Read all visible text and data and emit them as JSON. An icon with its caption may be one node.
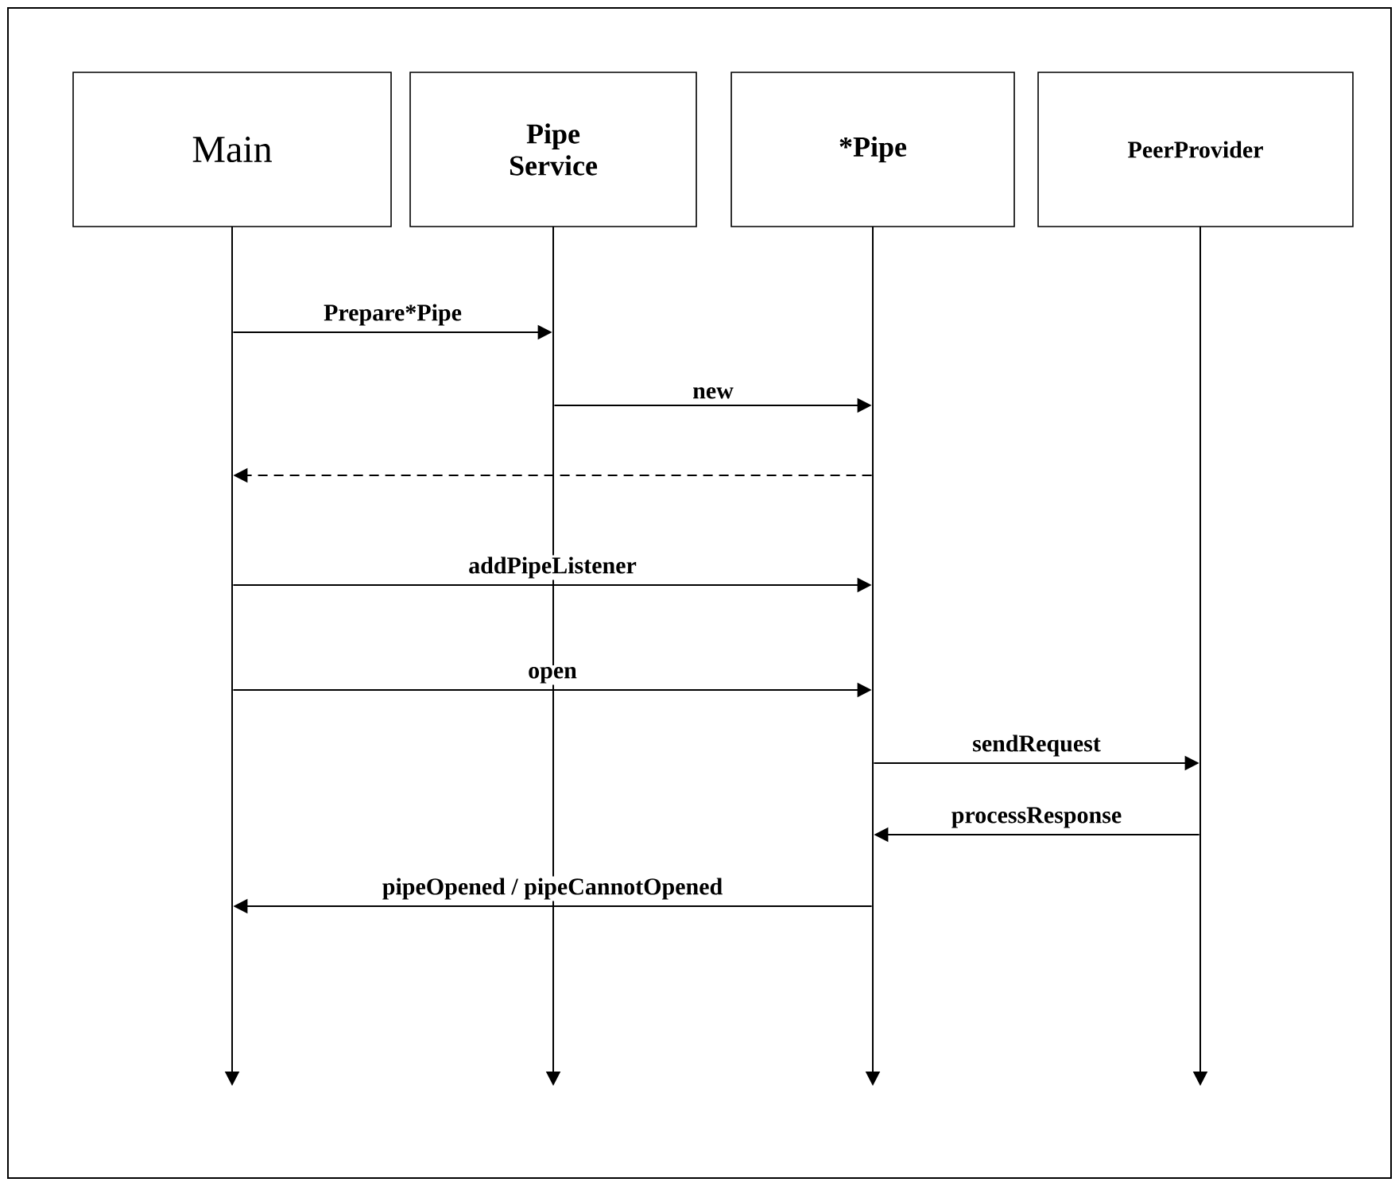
{
  "diagram": {
    "nodes": [
      {
        "text": [
          "Main"
        ]
      },
      {
        "text": [
          "Pipe Service"
        ]
      },
      {
        "text": [
          "*Pipe"
        ]
      },
      {
        "text": [
          "PeerProvider"
        ]
      },
      {
        "text": [],
        "shape": "line"
      },
      {
        "text": [],
        "shape": "line"
      },
      {
        "text": [],
        "shape": "line"
      },
      {
        "text": [],
        "shape": "line"
      }
    ],
    "edges": [
      {
        "from": 4,
        "to": 5,
        "arrow": "to",
        "label": "Prepare*Pipe"
      },
      {
        "from": 5,
        "to": 6,
        "arrow": "to",
        "label": "new"
      },
      {
        "from": 6,
        "to": 4,
        "arrow": "to",
        "style": "dashed"
      },
      {
        "from": 4,
        "to": 6,
        "arrow": "to",
        "label": "addPipeListener"
      },
      {
        "from": 4,
        "to": 6,
        "arrow": "to",
        "label": "open"
      },
      {
        "from": 6,
        "to": 7,
        "arrow": "to",
        "label": "sendRequest"
      },
      {
        "from": 7,
        "to": 6,
        "arrow": "to",
        "label": "processResponse"
      },
      {
        "from": 6,
        "to": 4,
        "arrow": "to",
        "label": "pipeOpened / pipeCannotOpened"
      }
    ]
  }
}
